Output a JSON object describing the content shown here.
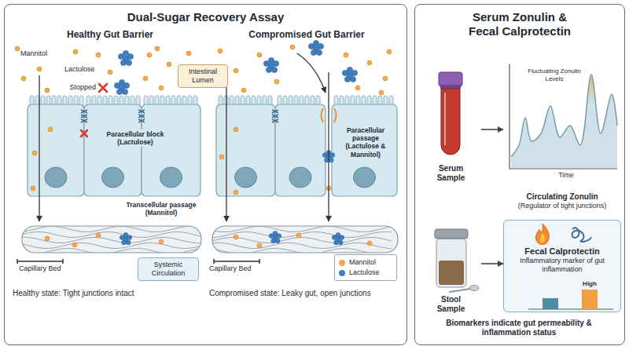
{
  "diagram": {
    "nodes": [
      {
        "text": [
          "Dual-Sugar Recovery Assay"
        ]
      },
      {
        "text": [
          "Intestinal Lumen"
        ],
        "in": 0
      },
      {
        "text": [
          "Systemic Circulation"
        ],
        "in": 0
      },
      {
        "text": [
          "Serum Zonulin & Fecal Calprotectin"
        ]
      },
      {
        "text": [
          "Serum Sample"
        ],
        "in": 3
      },
      {
        "text": [
          "Circulating Zonulin",
          "(Regulator of tight junctions)"
        ],
        "in": 3
      },
      {
        "text": [
          "Stool Sample"
        ],
        "in": 3
      },
      {
        "text": [
          "Fecal Calprotectin",
          "Inflammatory marker of gut inflammation"
        ],
        "in": 3
      }
    ],
    "edges": [
      {
        "from": 4,
        "to": 5,
        "arrow": "to"
      },
      {
        "from": 6,
        "to": 7,
        "arrow": "to"
      }
    ],
    "labels": [
      "Healthy Gut Barrier",
      "Compromised Gut Barrier",
      "Mannitol",
      "Lactulose",
      "Stopped",
      "Paracellular block (Lactulose)",
      "Transcellular passage (Mannitol)",
      "Capillary Bed",
      "Healthy state: Tight junctions intact",
      "Paracellular passage (Lactulose & Mannitol)",
      "Capillary Bed",
      "Compromised state: Leaky gut, open junctions",
      "Fluctuating Zonulin Levels",
      "Time",
      "High",
      "Biomarkers indicate gut permeability & inflammation status"
    ],
    "legend": [
      {
        "text": "Mannitol",
        "color": "#f4a94a"
      },
      {
        "text": "Lactulose",
        "color": "#3f7fc0"
      }
    ]
  }
}
